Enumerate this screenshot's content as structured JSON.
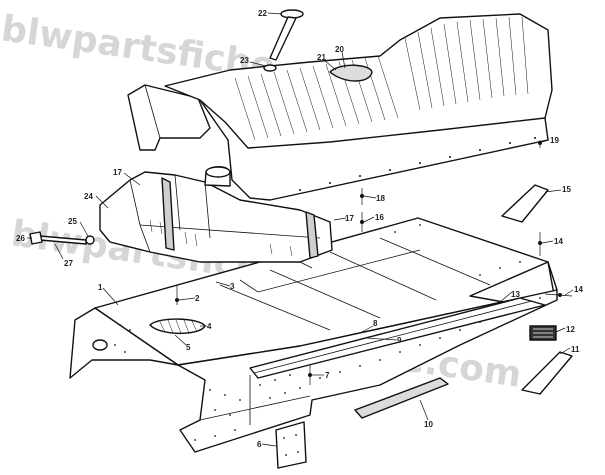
{
  "watermark": {
    "line1": "blwpartsfiche.com",
    "line2": "blwpartsfiche.com",
    "line3": "blwpartsfiche.com"
  },
  "callouts": [
    {
      "id": "c1",
      "label": "1"
    },
    {
      "id": "c2",
      "label": "2"
    },
    {
      "id": "c3",
      "label": "3"
    },
    {
      "id": "c4",
      "label": "4"
    },
    {
      "id": "c5",
      "label": "5"
    },
    {
      "id": "c6",
      "label": "6"
    },
    {
      "id": "c7",
      "label": "7"
    },
    {
      "id": "c8",
      "label": "8"
    },
    {
      "id": "c9",
      "label": "9"
    },
    {
      "id": "c10",
      "label": "10"
    },
    {
      "id": "c11",
      "label": "11"
    },
    {
      "id": "c12",
      "label": "12"
    },
    {
      "id": "c13",
      "label": "13"
    },
    {
      "id": "c14a",
      "label": "14"
    },
    {
      "id": "c14b",
      "label": "14"
    },
    {
      "id": "c15",
      "label": "15"
    },
    {
      "id": "c16",
      "label": "16"
    },
    {
      "id": "c17a",
      "label": "17"
    },
    {
      "id": "c17b",
      "label": "17"
    },
    {
      "id": "c18",
      "label": "18"
    },
    {
      "id": "c19",
      "label": "19"
    },
    {
      "id": "c20",
      "label": "20"
    },
    {
      "id": "c21",
      "label": "21"
    },
    {
      "id": "c22",
      "label": "22"
    },
    {
      "id": "c23",
      "label": "23"
    },
    {
      "id": "c24",
      "label": "24"
    },
    {
      "id": "c25",
      "label": "25"
    },
    {
      "id": "c26",
      "label": "26"
    },
    {
      "id": "c27",
      "label": "27"
    }
  ]
}
